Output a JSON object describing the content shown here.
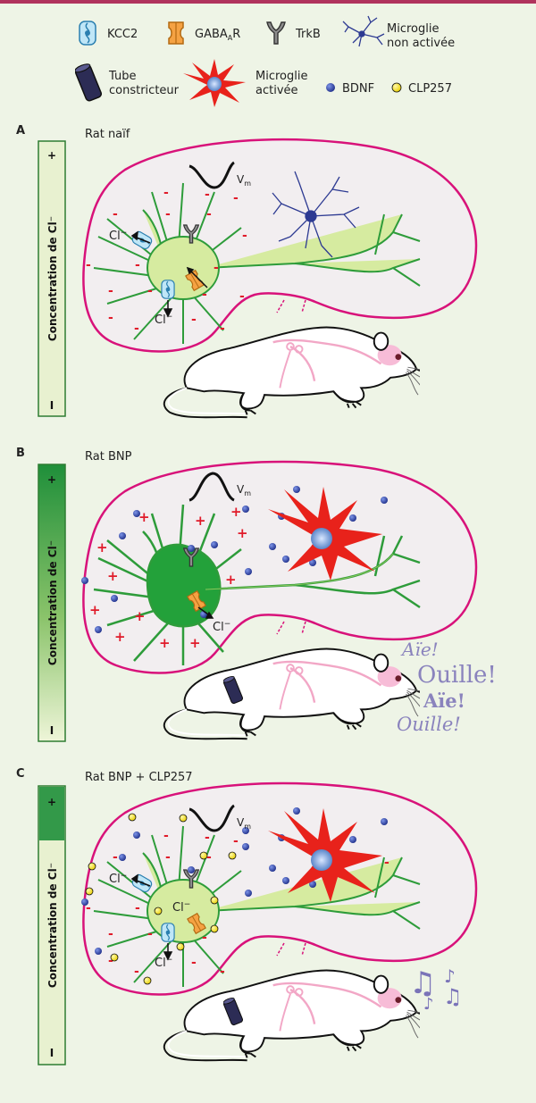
{
  "legend": {
    "kcc2": "KCC2",
    "gabaar": "GABA",
    "gabaar_sub": "A",
    "gabaar_tail": "R",
    "trkb": "TrkB",
    "microglie_non_activee": [
      "Microglie",
      "non activée"
    ],
    "tube_constricteur": [
      "Tube",
      "constricteur"
    ],
    "microglie_activee": [
      "Microglie",
      "activée"
    ],
    "bdnf": "BDNF",
    "clp257": "CLP257"
  },
  "panels": [
    {
      "letter": "A",
      "title": "Rat naïf",
      "bar_label": "Concentration de Cl⁻",
      "bar_plus": "+",
      "bar_minus": "I"
    },
    {
      "letter": "B",
      "title": "Rat BNP",
      "bar_label": "Concentration de Cl⁻",
      "bar_plus": "+",
      "bar_minus": "I"
    },
    {
      "letter": "C",
      "title": "Rat BNP + CLP257",
      "bar_label": "Concentration de Cl⁻",
      "bar_plus": "+",
      "bar_minus": "I"
    }
  ],
  "labels": {
    "vm": "V",
    "vm_sub": "m",
    "cl": "Cl",
    "cl_sup": "−"
  },
  "exclamations": [
    "Aïe!",
    "Ouille!",
    "Aïe!",
    "Ouille!"
  ],
  "music_note": "♫",
  "music_note_small": "♪",
  "colors": {
    "frame": "#d8127a",
    "neuron_light": "#d6eba0",
    "neuron_dark": "#2e9c3a",
    "microglia_red": "#e8221b",
    "microglia_blue": "#2d3a92",
    "bdnf": "#3650b0",
    "clp257": "#f3e21d",
    "bar_top": "#1f8f3a"
  }
}
